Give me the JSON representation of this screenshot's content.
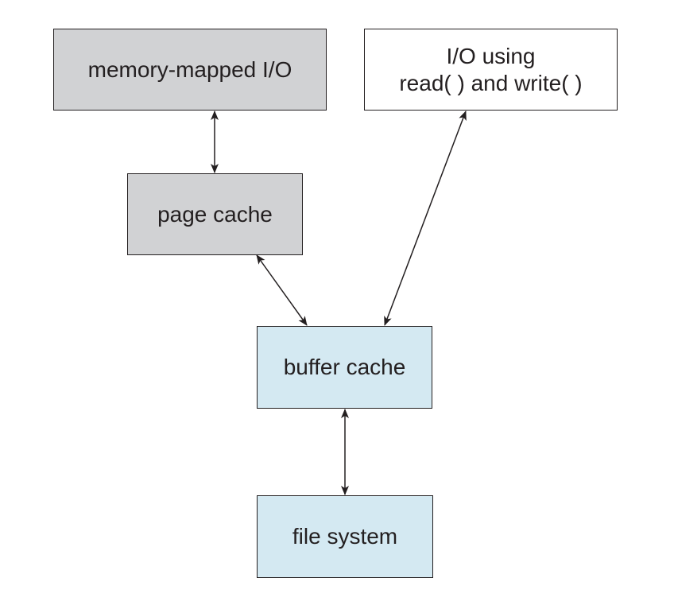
{
  "colors": {
    "gray_fill": "#d1d2d4",
    "white_fill": "#ffffff",
    "blue_fill": "#d4e9f2",
    "stroke": "#231f20"
  },
  "nodes": {
    "mmio": {
      "label": "memory-mapped I/O"
    },
    "rw": {
      "label_line1": "I/O using",
      "label_line2": "read( ) and write( )"
    },
    "page_cache": {
      "label": "page cache"
    },
    "buffer_cache": {
      "label": "buffer cache"
    },
    "file_system": {
      "label": "file system"
    }
  },
  "edges": [
    {
      "from": "memory-mapped I/O",
      "to": "page cache",
      "direction": "bidirectional"
    },
    {
      "from": "page cache",
      "to": "buffer cache",
      "direction": "bidirectional"
    },
    {
      "from": "I/O using read( ) and write( )",
      "to": "buffer cache",
      "direction": "bidirectional"
    },
    {
      "from": "buffer cache",
      "to": "file system",
      "direction": "bidirectional"
    }
  ]
}
